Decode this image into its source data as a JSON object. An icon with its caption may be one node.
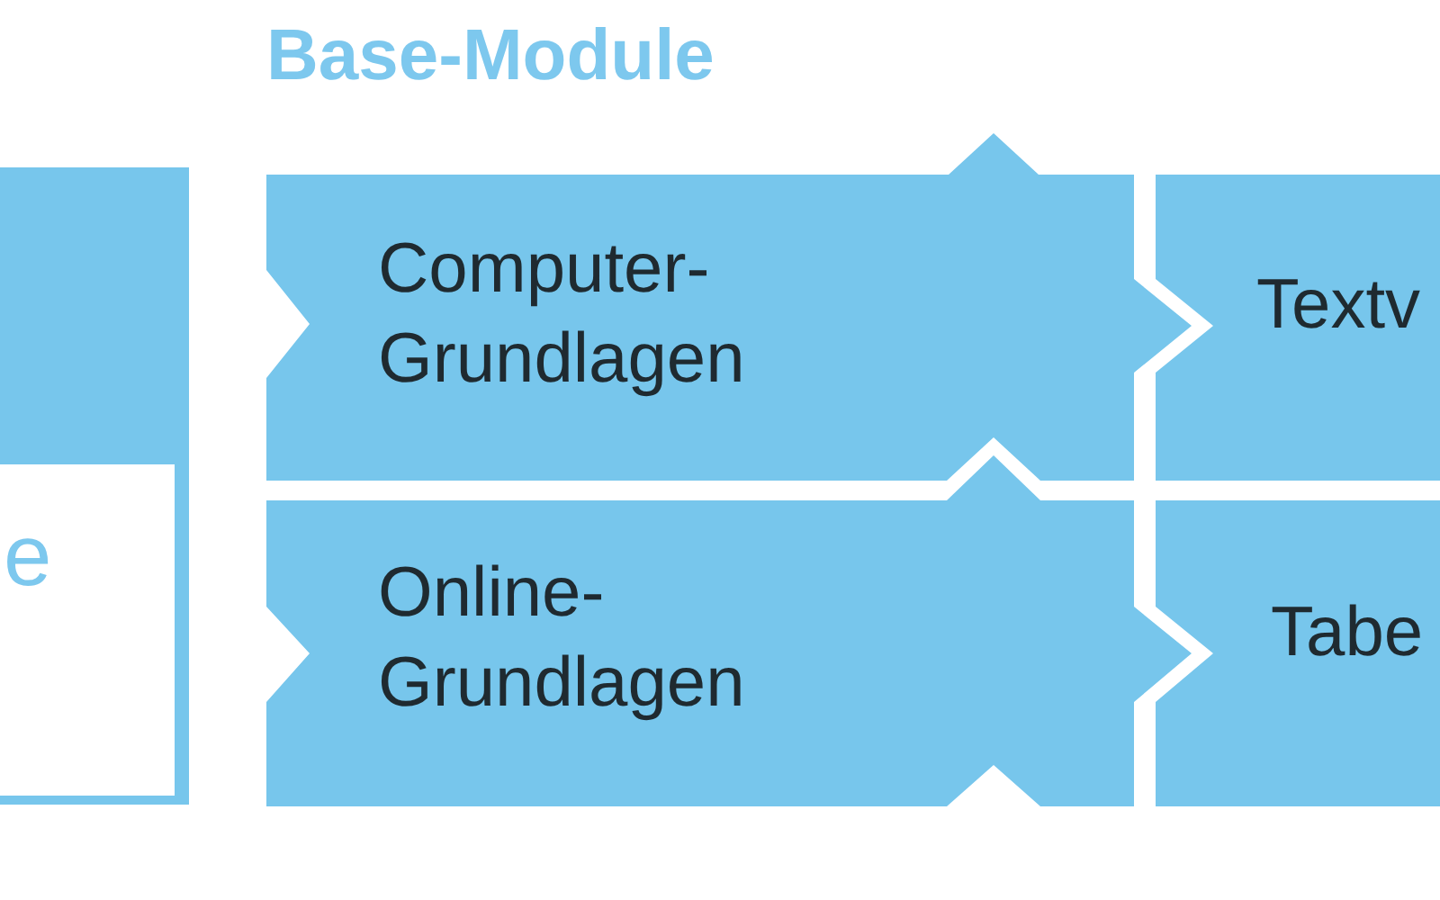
{
  "diagram": {
    "nodes": [
      {
        "text": [],
        "shape": "box"
      },
      {
        "text": [
          "e"
        ],
        "in": 0
      },
      {
        "text": [
          "Computer-Grundlagen"
        ]
      },
      {
        "text": [
          "Online-Grundlagen"
        ]
      },
      {
        "text": [
          "Textv"
        ]
      },
      {
        "text": [
          "Tabe"
        ]
      }
    ],
    "labels": [
      "Base-Module"
    ]
  }
}
